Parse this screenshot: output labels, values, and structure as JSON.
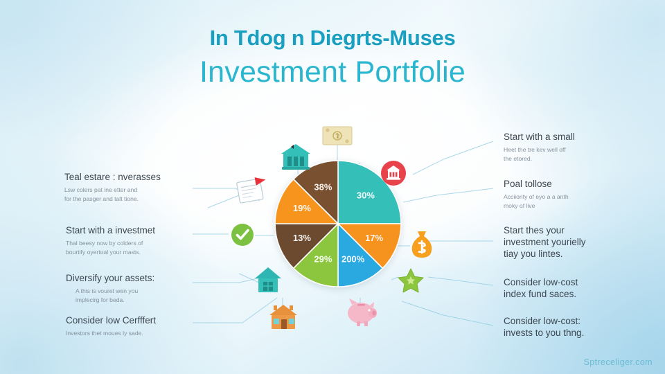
{
  "title": {
    "eyebrow": "In Tdog n Diegrts-Muses",
    "main": "Investment Portfolie"
  },
  "watermark": "Sptreceliger.com",
  "colors": {
    "title_eyebrow": "#1b9fc0",
    "title_main": "#2bb6cf",
    "teal": "#35bfb9",
    "orange": "#f6921e",
    "blue": "#29a9e0",
    "green": "#8cc63e",
    "brown": "#6b4a2f",
    "orange_light": "#f7941e",
    "brown_dark": "#7a5130",
    "connector": "#8fc9e0",
    "body_text": "#7d8a95",
    "head_text": "#3c4650"
  },
  "chart_data": {
    "type": "pie",
    "title": "Investment Portfolie",
    "legend_position": "none",
    "categories": [
      "30%",
      "17%",
      "200%",
      "29%",
      "13%",
      "19%",
      "38%"
    ],
    "labels": [
      "30%",
      "17%",
      "200%",
      "29%",
      "13%",
      "19%",
      "38%"
    ],
    "values": [
      25,
      12.5,
      12.5,
      12.5,
      12.5,
      12.5,
      12.5
    ],
    "slices": [
      {
        "label": "30%",
        "color": "#35bfb9",
        "sweep": 90,
        "start": 0
      },
      {
        "label": "17%",
        "color": "#f6921e",
        "sweep": 45,
        "start": 90
      },
      {
        "label": "200%",
        "color": "#29a9e0",
        "sweep": 45,
        "start": 135
      },
      {
        "label": "29%",
        "color": "#8cc63e",
        "sweep": 45,
        "start": 180
      },
      {
        "label": "13%",
        "color": "#6b4a2f",
        "sweep": 45,
        "start": 225
      },
      {
        "label": "19%",
        "color": "#f7941e",
        "sweep": 45,
        "start": 270
      },
      {
        "label": "38%",
        "color": "#7a5130",
        "sweep": 45,
        "start": 315
      }
    ]
  },
  "callouts_left": [
    {
      "head": "Teal estare : nverasses",
      "body": "Lsw colers pat ine etter and\nfor the pasger and talt tione."
    },
    {
      "head": "Start with a investmet",
      "body": "Thal beesy now by colders of\nbourtify oyertoal your masts."
    },
    {
      "head": "Diversify your assets:",
      "body": "A this is vouret wen you\nimplecirg for beda."
    },
    {
      "head": "Consider low Cerfffert",
      "body": "Investors thet moues ly sade."
    }
  ],
  "callouts_right": [
    {
      "head": "Start with a small",
      "body": "Heet the tre kev well off\nthe etored."
    },
    {
      "head": "Poal tollose",
      "body": "Acciiority of eyo a a anth\nmoky of live"
    },
    {
      "head": "Start thes your\ninvestment yourielly\ntiay you lintes.",
      "body": ""
    },
    {
      "head": "Consider low-cost\nindex fund saces.",
      "body": ""
    },
    {
      "head": "Consider low-cost:\ninvests to you thng.",
      "body": ""
    }
  ],
  "icons": [
    {
      "name": "bank-building-icon",
      "label": "bank"
    },
    {
      "name": "cash-money-icon",
      "label": "cash"
    },
    {
      "name": "document-icon",
      "label": "document"
    },
    {
      "name": "check-circle-icon",
      "label": "check"
    },
    {
      "name": "house-teal-icon",
      "label": "house"
    },
    {
      "name": "house-orange-icon",
      "label": "house"
    },
    {
      "name": "piggy-bank-icon",
      "label": "piggy bank"
    },
    {
      "name": "bank-badge-icon",
      "label": "bank badge"
    },
    {
      "name": "money-bag-icon",
      "label": "money bag"
    },
    {
      "name": "star-icon",
      "label": "star"
    }
  ]
}
